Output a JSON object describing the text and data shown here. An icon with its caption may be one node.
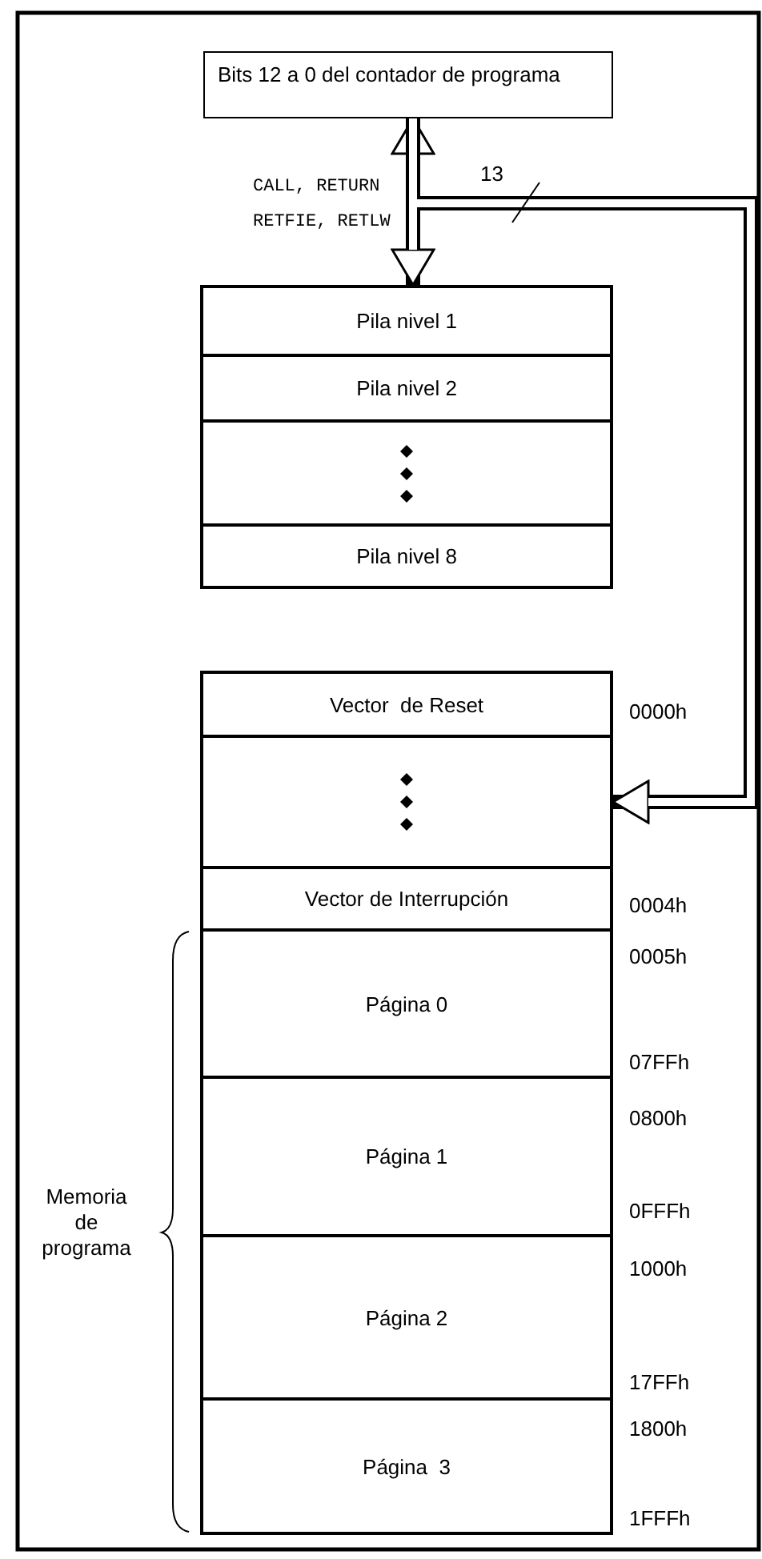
{
  "diagram": {
    "nodes": [
      {
        "text": [
          "Bits 12 a 0 del contador de programa"
        ]
      },
      {
        "text": [
          "Pila nivel 1"
        ]
      },
      {
        "text": [
          "Pila nivel 2"
        ]
      },
      {
        "text": [],
        "shape": "box"
      },
      {
        "text": [
          "Pila nivel 8"
        ]
      },
      {
        "text": [
          "Vector  de Reset"
        ],
        "beside": [
          "0000h"
        ]
      },
      {
        "text": [],
        "shape": "box"
      },
      {
        "text": [
          "Vector de Interrupción"
        ],
        "beside": [
          "0004h"
        ]
      },
      {
        "text": [
          "Página 0"
        ],
        "beside": [
          "0005h",
          "07FFh"
        ]
      },
      {
        "text": [
          "Página 1"
        ],
        "beside": [
          "0800h",
          "0FFFh"
        ]
      },
      {
        "text": [
          "Página 2"
        ],
        "beside": [
          "1000h",
          "17FFh"
        ]
      },
      {
        "text": [
          "Página  3"
        ],
        "beside": [
          "1800h",
          "1FFFh"
        ]
      }
    ],
    "edges": [
      {
        "from": 0,
        "to": 1,
        "arrow": "both",
        "label": "CALL, RETURN RETFIE, RETLW"
      },
      {
        "from": 0,
        "to": 6,
        "arrow": "to",
        "label": "13"
      }
    ],
    "labels": [
      "Memoria de programa"
    ]
  }
}
